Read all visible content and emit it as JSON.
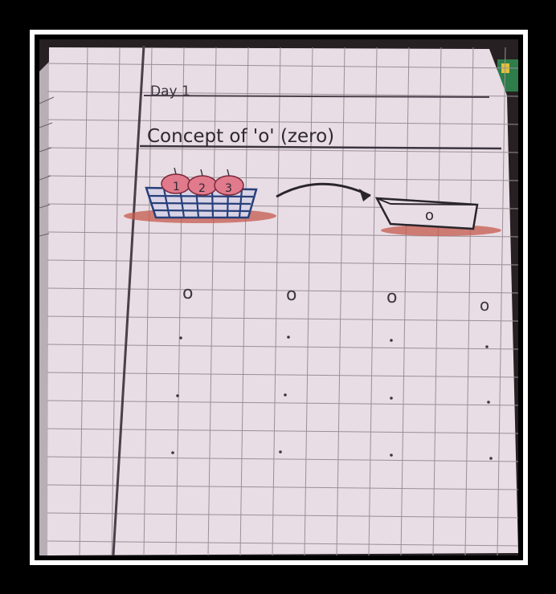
{
  "notebook": {
    "header_text": "Day 1",
    "title_text": "Concept of 'o' (zero)",
    "apple_numbers": [
      "1",
      "2",
      "3"
    ],
    "empty_basket_label": "o",
    "zero_row": [
      "o",
      "o",
      "o",
      "o"
    ]
  },
  "colors": {
    "paper": "#e8dde4",
    "grid_line": "#8a8088",
    "ink": "#3b3540",
    "basket_blue": "#27407a",
    "apple_red": "#c9485e",
    "shadow_red": "#c55a4d",
    "frame_white": "#ffffff",
    "background": "#000000"
  }
}
